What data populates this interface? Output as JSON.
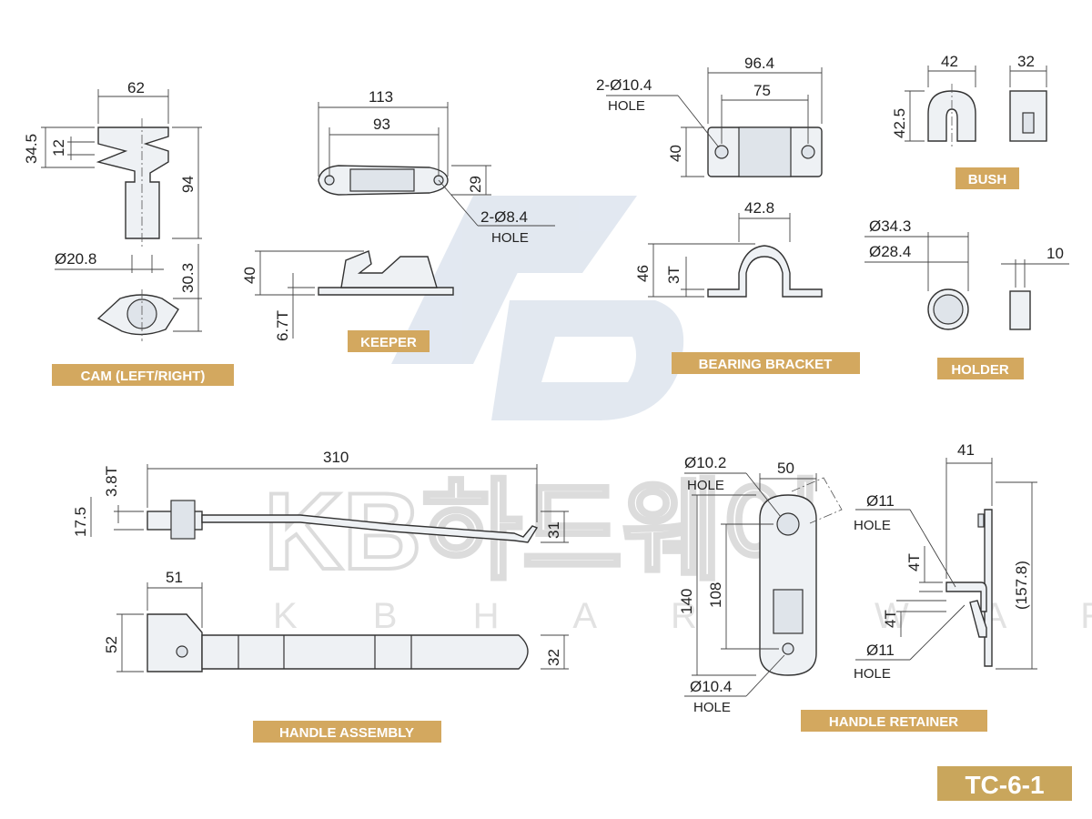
{
  "sheet_code": "TC-6-1",
  "watermark": {
    "text": "KB하드웨어",
    "subtext": "K B H A R D W A R E",
    "logo": "KB"
  },
  "colors": {
    "label_bg": "#d3a85f",
    "code_bg": "#c9a65c",
    "part_fill": "#eef1f4",
    "logo": "#dfe6ef"
  },
  "parts": {
    "cam": {
      "label": "CAM (LEFT/RIGHT)",
      "dims": {
        "width": "62",
        "height1": "34.5",
        "height2": "12",
        "height3": "94",
        "dia": "Ø20.8",
        "base": "30.3"
      }
    },
    "keeper": {
      "label": "KEEPER",
      "dims": {
        "length": "113",
        "pitch": "93",
        "width": "29",
        "hole": "2-Ø8.4",
        "hole_note": "HOLE",
        "height": "40",
        "thickness": "6.7T"
      }
    },
    "bearing_bracket": {
      "label": "BEARING BRACKET",
      "dims": {
        "length": "96.4",
        "pitch": "75",
        "width": "40",
        "hole": "2-Ø10.4",
        "hole_note": "HOLE",
        "inner": "42.8",
        "height": "46",
        "thickness": "3T"
      }
    },
    "bush": {
      "label": "BUSH",
      "dims": {
        "dia": "42",
        "height": "42.5",
        "depth": "32"
      }
    },
    "holder": {
      "label": "HOLDER",
      "dims": {
        "outer": "Ø34.3",
        "inner": "Ø28.4",
        "thick": "10"
      }
    },
    "handle_assembly": {
      "label": "HANDLE ASSEMBLY",
      "dims": {
        "length": "310",
        "thickness": "3.8T",
        "height": "17.5",
        "offset": "31",
        "head_width": "51",
        "head_height": "52",
        "bar_width": "32"
      }
    },
    "handle_retainer": {
      "label": "HANDLE RETAINER",
      "dims": {
        "hole_top": "Ø10.2",
        "hole_bottom": "Ø10.4",
        "hole_note": "HOLE",
        "width": "50",
        "height": "140",
        "pitch": "108",
        "depth": "41",
        "hole_a": "Ø11",
        "hole_b": "Ø11",
        "t1": "4T",
        "t2": "4T",
        "total": "(157.8)"
      }
    }
  }
}
